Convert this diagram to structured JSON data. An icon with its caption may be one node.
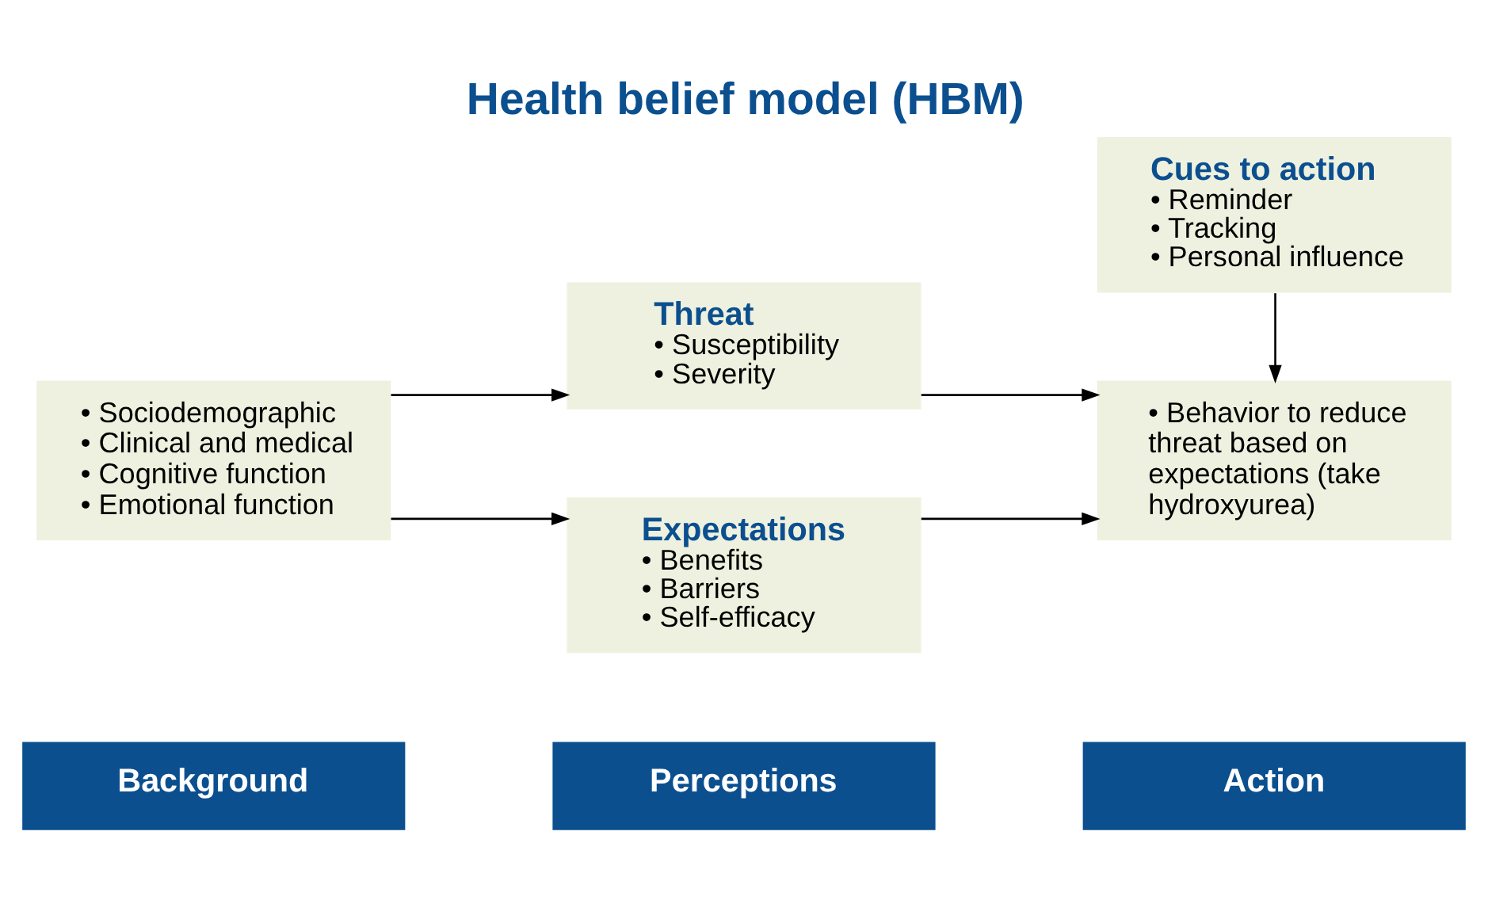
{
  "diagram": {
    "title": "Health belief model (HBM)",
    "nodes": [
      {
        "text": [
          "Background"
        ]
      },
      {
        "text": [
          "Perceptions"
        ]
      },
      {
        "text": [
          "Action"
        ]
      },
      {
        "text": [
          "• Sociodemographic",
          "• Clinical and medical",
          "• Cognitive function",
          "• Emotional function"
        ]
      },
      {
        "text": [
          "Threat",
          "• Susceptibility",
          "• Severity"
        ]
      },
      {
        "text": [
          "Expectations",
          "• Benefits",
          "• Barriers",
          "• Self-efficacy"
        ]
      },
      {
        "text": [
          "Cues to action",
          "• Reminder",
          "• Tracking",
          "• Personal influence"
        ]
      },
      {
        "text": [
          "• Behavior to reduce threat based on expectations (take hydroxyurea)"
        ]
      }
    ],
    "edges": [
      {
        "from": 3,
        "to": 4,
        "arrow": "to"
      },
      {
        "from": 3,
        "to": 5,
        "arrow": "to"
      },
      {
        "from": 4,
        "to": 7,
        "arrow": "to"
      },
      {
        "from": 5,
        "to": 7,
        "arrow": "to"
      },
      {
        "from": 6,
        "to": 7,
        "arrow": "to"
      }
    ]
  }
}
